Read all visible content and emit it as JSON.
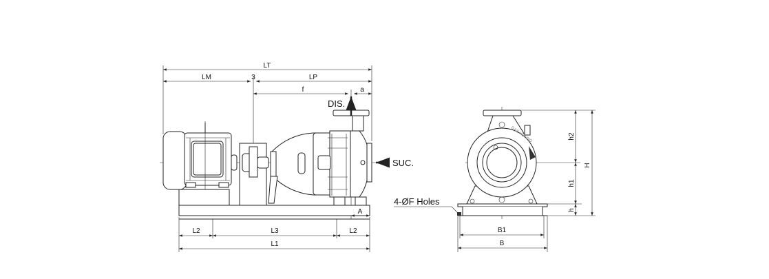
{
  "side_view": {
    "dimensions": {
      "LT": "LT",
      "LM": "LM",
      "coupling_gap": "3",
      "LP": "LP",
      "f": "f",
      "a": "a",
      "A": "A",
      "L2_left": "L2",
      "L3": "L3",
      "L2_right": "L2",
      "L1": "L1"
    },
    "discharge_label": "DIS.",
    "suction_label": "SUC."
  },
  "front_view": {
    "dimensions": {
      "h2": "h2",
      "h1": "h1",
      "h": "h",
      "H": "H",
      "B1": "B1",
      "B": "B"
    },
    "holes_label": "4-ØF  Holes",
    "logo_text": "DAE YOUNG"
  }
}
